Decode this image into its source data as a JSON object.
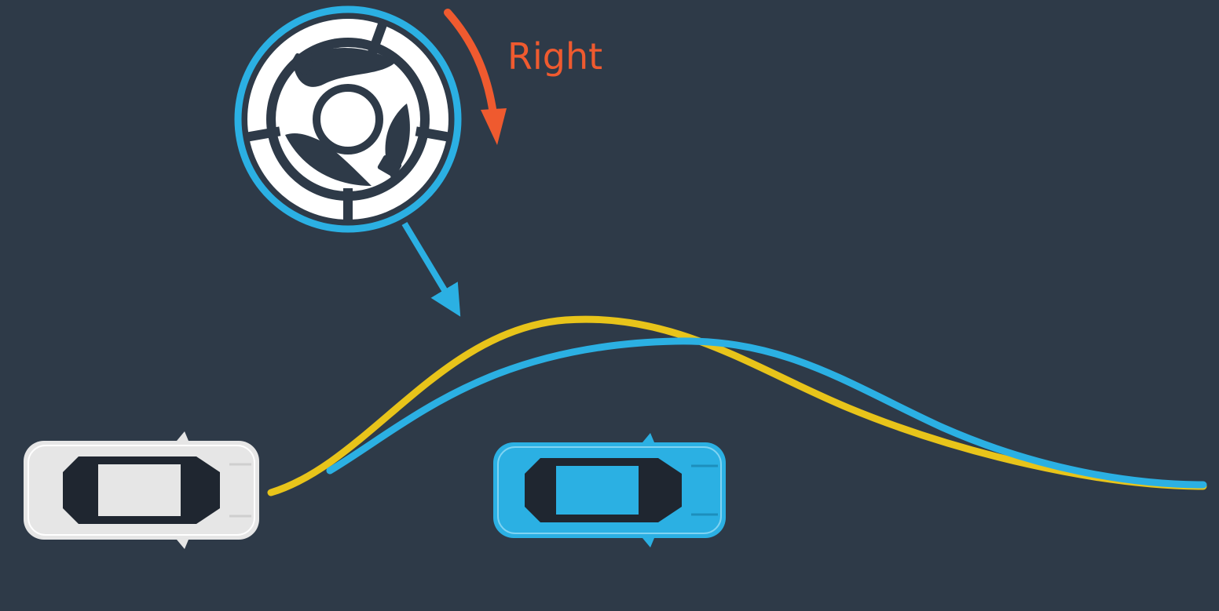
{
  "steering": {
    "direction_label": "Right",
    "icon": "steering-wheel-icon"
  },
  "cars": [
    {
      "name": "reference-car",
      "icon": "car-top-view-icon"
    },
    {
      "name": "ego-car",
      "icon": "car-top-view-icon"
    }
  ],
  "paths": [
    {
      "name": "yellow-trajectory"
    },
    {
      "name": "blue-trajectory"
    }
  ],
  "colors": {
    "background": "#2e3a48",
    "accent_blue": "#2bb0e3",
    "accent_orange": "#ef5a2f",
    "path_yellow": "#e8c41a",
    "car_white": "#e6e6e6",
    "car_dark": "#1f2630"
  }
}
